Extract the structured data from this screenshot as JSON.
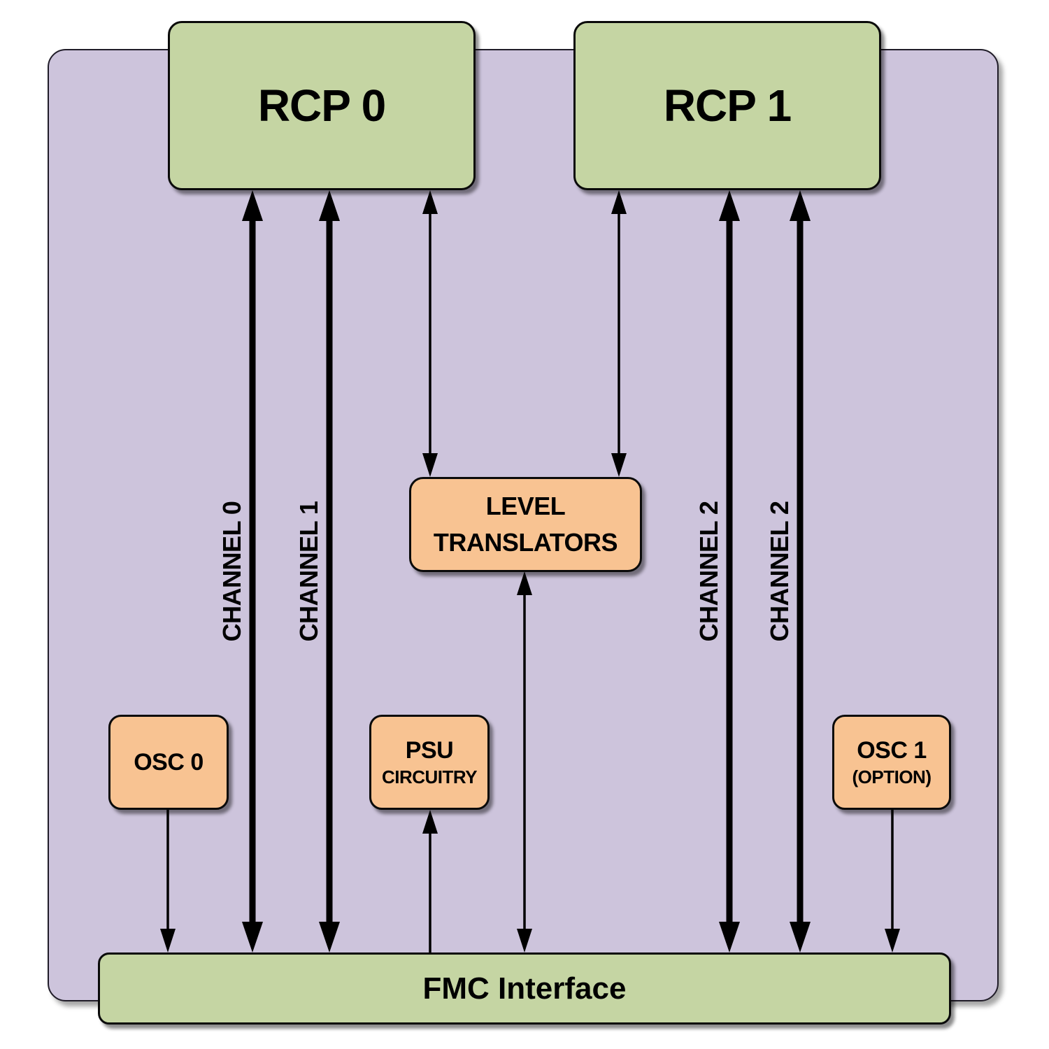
{
  "diagram_title": "",
  "boxes": {
    "rcp0": "RCP 0",
    "rcp1": "RCP 1",
    "fmc": "FMC Interface",
    "level_translators_line1": "LEVEL",
    "level_translators_line2": "TRANSLATORS",
    "osc0": "OSC 0",
    "psu_line1": "PSU",
    "psu_line2": "CIRCUITRY",
    "osc1_line1": "OSC 1",
    "osc1_line2": "(OPTION)"
  },
  "channels": [
    {
      "label": "CHANNEL 0"
    },
    {
      "label": "CHANNEL 1"
    },
    {
      "label": "CHANNEL 2"
    },
    {
      "label": "CHANNEL 2"
    }
  ],
  "connections": [
    {
      "from": "RCP 0",
      "to": "FMC Interface",
      "label": "CHANNEL 0",
      "style": "thick-double-arrow"
    },
    {
      "from": "RCP 0",
      "to": "FMC Interface",
      "label": "CHANNEL 1",
      "style": "thick-double-arrow"
    },
    {
      "from": "RCP 1",
      "to": "FMC Interface",
      "label": "CHANNEL 2",
      "style": "thick-double-arrow"
    },
    {
      "from": "RCP 1",
      "to": "FMC Interface",
      "label": "CHANNEL 2",
      "style": "thick-double-arrow"
    },
    {
      "from": "RCP 0",
      "to": "LEVEL TRANSLATORS",
      "style": "thin-double-arrow"
    },
    {
      "from": "RCP 1",
      "to": "LEVEL TRANSLATORS",
      "style": "thin-double-arrow"
    },
    {
      "from": "LEVEL TRANSLATORS",
      "to": "FMC Interface",
      "style": "thin-double-arrow"
    },
    {
      "from": "OSC 0",
      "to": "FMC Interface",
      "style": "thin-arrow-down"
    },
    {
      "from": "FMC Interface",
      "to": "PSU CIRCUITRY",
      "style": "thin-arrow-up"
    },
    {
      "from": "OSC 1 (OPTION)",
      "to": "FMC Interface",
      "style": "thin-arrow-down"
    }
  ],
  "colors": {
    "page_background": "#ffffff",
    "container_fill": "#cdc4dc",
    "green_box": "#c5d5a3",
    "orange_box": "#f8c392",
    "line": "#000000"
  }
}
